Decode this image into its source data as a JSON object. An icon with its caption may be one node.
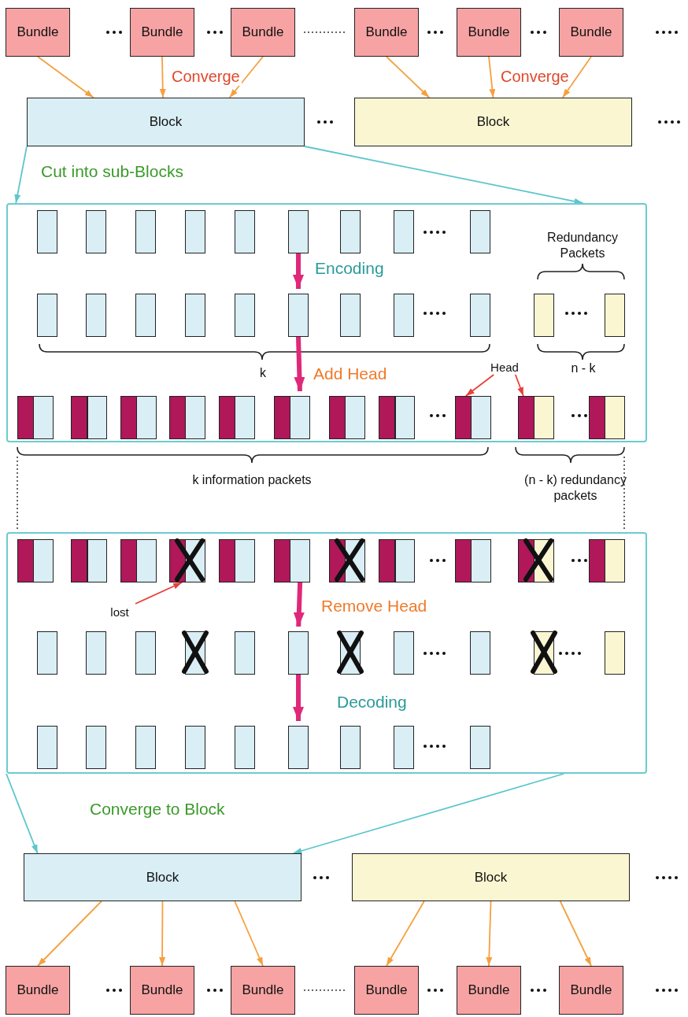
{
  "diagram": {
    "nodes": [
      {
        "text": [
          "Bundle"
        ]
      },
      {
        "text": [
          "Bundle"
        ]
      },
      {
        "text": [
          "Bundle"
        ]
      },
      {
        "text": [
          "Bundle"
        ]
      },
      {
        "text": [
          "Bundle"
        ]
      },
      {
        "text": [
          "Bundle"
        ]
      },
      {
        "text": [
          "Block"
        ]
      },
      {
        "text": [
          "Block"
        ]
      },
      {
        "text": [],
        "shape": "box"
      },
      {
        "text": [],
        "shape": "box",
        "in": 8
      },
      {
        "text": [],
        "shape": "box",
        "in": 8
      },
      {
        "text": [],
        "shape": "box",
        "in": 8
      },
      {
        "text": [],
        "shape": "box",
        "in": 8
      },
      {
        "text": [],
        "shape": "box",
        "in": 8
      },
      {
        "text": [],
        "shape": "box",
        "in": 8
      },
      {
        "text": [],
        "shape": "box",
        "in": 8
      },
      {
        "text": [],
        "shape": "box",
        "in": 8
      },
      {
        "text": [],
        "shape": "box",
        "in": 8
      },
      {
        "text": [],
        "shape": "box",
        "in": 8
      },
      {
        "text": [],
        "shape": "box",
        "in": 8
      },
      {
        "text": [],
        "shape": "box",
        "in": 8
      },
      {
        "text": [],
        "shape": "box",
        "in": 8
      },
      {
        "text": [],
        "shape": "box",
        "in": 8
      },
      {
        "text": [],
        "shape": "box",
        "in": 8
      },
      {
        "text": [],
        "shape": "box",
        "in": 8
      },
      {
        "text": [],
        "shape": "box",
        "in": 8
      },
      {
        "text": [],
        "shape": "box",
        "in": 8
      },
      {
        "text": [],
        "shape": "box",
        "in": 8
      },
      {
        "text": [],
        "shape": "box",
        "in": 8
      },
      {
        "text": [],
        "shape": "box",
        "in": 8
      },
      {
        "text": [],
        "shape": "box",
        "in": 8
      },
      {
        "text": [],
        "shape": "box",
        "in": 8
      },
      {
        "text": [],
        "shape": "box",
        "in": 8
      },
      {
        "text": [],
        "shape": "box",
        "in": 8
      },
      {
        "text": [],
        "shape": "box",
        "in": 8
      },
      {
        "text": [],
        "shape": "box",
        "in": 8
      },
      {
        "text": [],
        "shape": "box",
        "in": 8
      },
      {
        "text": [],
        "shape": "box",
        "in": 8
      },
      {
        "text": [],
        "shape": "box",
        "in": 8
      },
      {
        "text": [],
        "shape": "box",
        "in": 8
      },
      {
        "text": [
          "Head"
        ],
        "in": 8
      },
      {
        "text": [],
        "shape": "box"
      },
      {
        "text": [],
        "shape": "box",
        "in": 41
      },
      {
        "text": [],
        "shape": "box",
        "in": 41
      },
      {
        "text": [],
        "shape": "box",
        "in": 41
      },
      {
        "text": [],
        "shape": "box",
        "in": 41
      },
      {
        "text": [],
        "shape": "box",
        "in": 41
      },
      {
        "text": [],
        "shape": "box",
        "in": 41
      },
      {
        "text": [],
        "shape": "box",
        "in": 41
      },
      {
        "text": [],
        "shape": "box",
        "in": 41
      },
      {
        "text": [],
        "shape": "box",
        "in": 41
      },
      {
        "text": [],
        "shape": "box",
        "in": 41
      },
      {
        "text": [],
        "shape": "box",
        "in": 41
      },
      {
        "text": [
          "lost"
        ],
        "in": 41
      },
      {
        "text": [],
        "shape": "box",
        "in": 41
      },
      {
        "text": [],
        "shape": "box",
        "in": 41
      },
      {
        "text": [],
        "shape": "box",
        "in": 41
      },
      {
        "text": [],
        "shape": "box",
        "in": 41
      },
      {
        "text": [],
        "shape": "box",
        "in": 41
      },
      {
        "text": [],
        "shape": "box",
        "in": 41
      },
      {
        "text": [],
        "shape": "box",
        "in": 41
      },
      {
        "text": [],
        "shape": "box",
        "in": 41
      },
      {
        "text": [],
        "shape": "box",
        "in": 41
      },
      {
        "text": [],
        "shape": "box",
        "in": 41
      },
      {
        "text": [],
        "shape": "box",
        "in": 41
      },
      {
        "text": [],
        "shape": "box",
        "in": 41
      },
      {
        "text": [],
        "shape": "box",
        "in": 41
      },
      {
        "text": [],
        "shape": "box",
        "in": 41
      },
      {
        "text": [],
        "shape": "box",
        "in": 41
      },
      {
        "text": [],
        "shape": "box",
        "in": 41
      },
      {
        "text": [],
        "shape": "box",
        "in": 41
      },
      {
        "text": [],
        "shape": "box",
        "in": 41
      },
      {
        "text": [],
        "shape": "box",
        "in": 41
      },
      {
        "text": [],
        "shape": "box",
        "in": 41
      },
      {
        "text": [
          "Block"
        ]
      },
      {
        "text": [
          "Block"
        ]
      },
      {
        "text": [
          "Bundle"
        ]
      },
      {
        "text": [
          "Bundle"
        ]
      },
      {
        "text": [
          "Bundle"
        ]
      },
      {
        "text": [
          "Bundle"
        ]
      },
      {
        "text": [
          "Bundle"
        ]
      },
      {
        "text": [
          "Bundle"
        ]
      }
    ],
    "edges": [
      {
        "from": 0,
        "to": 6,
        "arrow": "to"
      },
      {
        "from": 1,
        "to": 6,
        "arrow": "to",
        "label": "Converge"
      },
      {
        "from": 2,
        "to": 6,
        "arrow": "to"
      },
      {
        "from": 3,
        "to": 7,
        "arrow": "to"
      },
      {
        "from": 4,
        "to": 7,
        "arrow": "to",
        "label": "Converge"
      },
      {
        "from": 5,
        "to": 7,
        "arrow": "to"
      },
      {
        "from": 6,
        "to": 8,
        "arrow": "to",
        "label": "Cut into sub-Blocks",
        "color": "#5cc6cc"
      },
      {
        "from": 6,
        "to": 8,
        "arrow": "to",
        "color": "#5cc6cc"
      },
      {
        "from": 14,
        "to": 23,
        "arrow": "to",
        "label": "Encoding",
        "style": "thick",
        "color": "#e0287a"
      },
      {
        "from": 23,
        "to": 34,
        "arrow": "to",
        "label": "Add Head",
        "style": "thick",
        "color": "#e0287a"
      },
      {
        "from": 40,
        "to": 37,
        "arrow": "to",
        "color": "#e8403a"
      },
      {
        "from": 40,
        "to": 38,
        "arrow": "to",
        "color": "#e8403a"
      },
      {
        "from": 53,
        "to": 45,
        "arrow": "to",
        "color": "#e8403a"
      },
      {
        "from": 47,
        "to": 59,
        "arrow": "to",
        "label": "Remove Head",
        "style": "thick",
        "color": "#e0287a"
      },
      {
        "from": 59,
        "to": 70,
        "arrow": "to",
        "label": "Decoding",
        "style": "thick",
        "color": "#e0287a"
      },
      {
        "from": 41,
        "to": 74,
        "arrow": "to",
        "label": "Converge to Block",
        "color": "#5cc6cc"
      },
      {
        "from": 41,
        "to": 74,
        "arrow": "to",
        "color": "#5cc6cc"
      },
      {
        "from": 74,
        "to": 76,
        "arrow": "to"
      },
      {
        "from": 74,
        "to": 77,
        "arrow": "to"
      },
      {
        "from": 74,
        "to": 78,
        "arrow": "to"
      },
      {
        "from": 75,
        "to": 79,
        "arrow": "to"
      },
      {
        "from": 75,
        "to": 80,
        "arrow": "to"
      },
      {
        "from": 75,
        "to": 81,
        "arrow": "to"
      }
    ],
    "labels": [
      "Redundancy Packets",
      "k",
      "n - k",
      "k information packets",
      "(n - k) redundancy packets"
    ]
  }
}
